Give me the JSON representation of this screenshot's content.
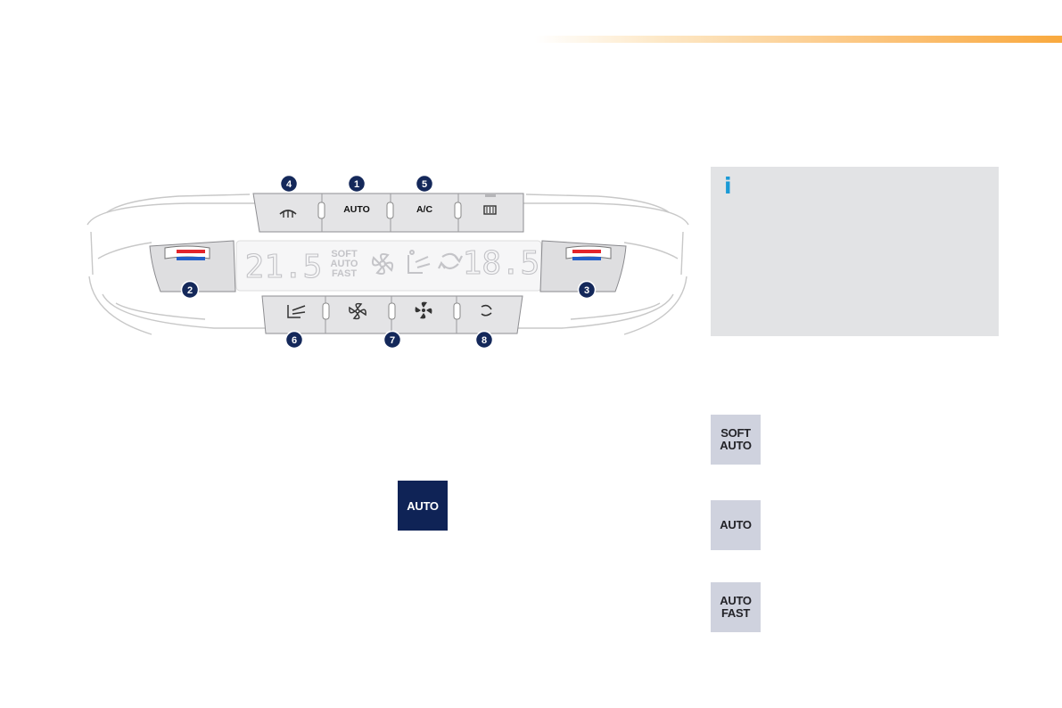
{
  "panel": {
    "top_buttons": [
      {
        "label": "",
        "icon": "rear-screen-demist-icon",
        "callout": "4"
      },
      {
        "label": "AUTO",
        "icon": "",
        "callout": "1"
      },
      {
        "label": "A/C",
        "icon": "",
        "callout": "5"
      },
      {
        "label": "",
        "icon": "front-screen-demist-icon",
        "callout": ""
      }
    ],
    "bottom_buttons": [
      {
        "icon": "air-distribution-icon",
        "callout": "6"
      },
      {
        "icon": "fan-low-icon",
        "callout": "7"
      },
      {
        "icon": "fan-high-icon",
        "callout": ""
      },
      {
        "icon": "air-recirculation-icon",
        "callout": "8"
      }
    ],
    "left_control_callout": "2",
    "right_control_callout": "3",
    "display": {
      "left_temperature": "21.5",
      "right_temperature": "18.5",
      "mode_lines": [
        "SOFT",
        "AUTO",
        "FAST"
      ]
    }
  },
  "info_icon": "i",
  "auto_button_label": "AUTO",
  "mode_buttons": [
    {
      "line1": "SOFT",
      "line2": "AUTO"
    },
    {
      "line1": "AUTO",
      "line2": ""
    },
    {
      "line1": "AUTO",
      "line2": "FAST"
    }
  ],
  "colors": {
    "accent_orange": "#f9a93e",
    "navy": "#0f2356",
    "callout": "#14285a",
    "info_blue": "#1a9ad6"
  }
}
